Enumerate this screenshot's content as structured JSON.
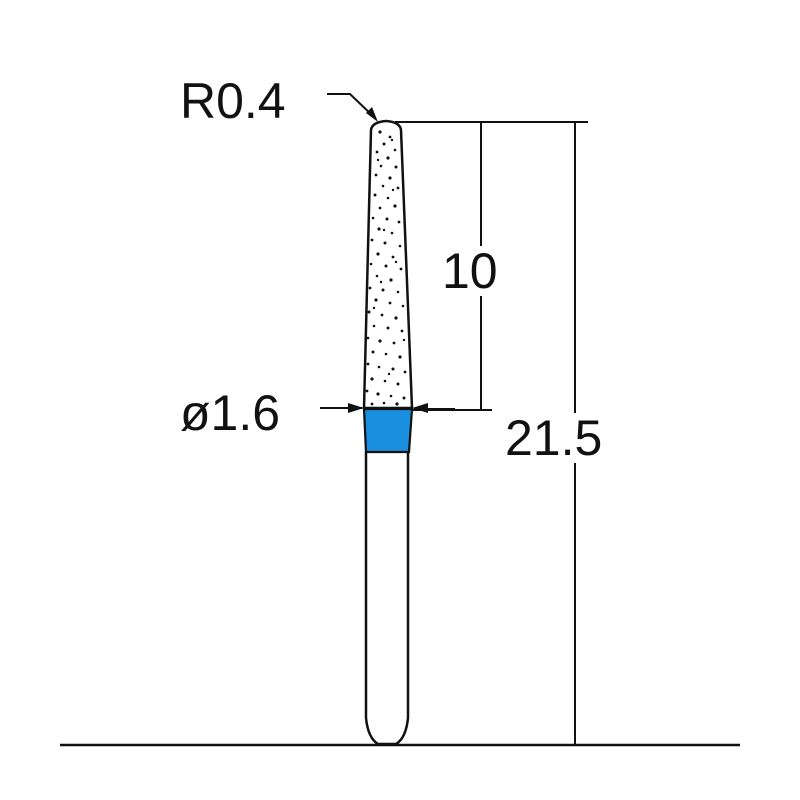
{
  "drawing": {
    "subject": "Tapered diamond bur with rounded tip",
    "colors": {
      "line": "#111111",
      "band": "#1a8fe0",
      "background": "#ffffff",
      "grit": "#111111"
    }
  },
  "dimensions": {
    "tip_radius": {
      "label": "R0.4",
      "value": 0.4,
      "type": "radius"
    },
    "head_length": {
      "label": "10",
      "value": 10,
      "type": "linear"
    },
    "head_diameter": {
      "label": "ø1.6",
      "value": 1.6,
      "type": "diameter"
    },
    "total_length": {
      "label": "21.5",
      "value": 21.5,
      "type": "linear"
    }
  },
  "parts": {
    "head": "diamond grit working part",
    "band": "blue color-code ring",
    "shank": "smooth shank"
  }
}
